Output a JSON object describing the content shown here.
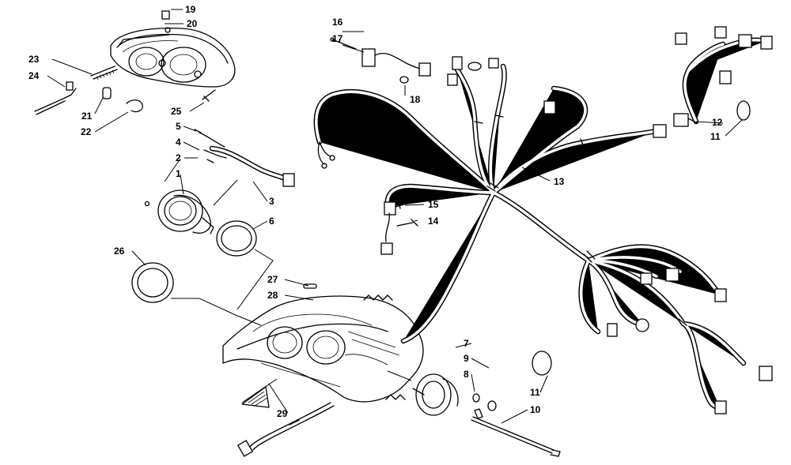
{
  "diagram": {
    "callouts": {
      "c1": "1",
      "c2": "2",
      "c3": "3",
      "c4": "4",
      "c5": "5",
      "c6": "6",
      "c7": "7",
      "c8": "8",
      "c9": "9",
      "c10": "10",
      "c11a": "11",
      "c11b": "11",
      "c12": "12",
      "c13": "13",
      "c14": "14",
      "c15": "15",
      "c16": "16",
      "c17": "17",
      "c18": "18",
      "c19": "19",
      "c20": "20",
      "c21": "21",
      "c22": "22",
      "c23": "23",
      "c24": "24",
      "c25": "25",
      "c26": "26",
      "c27": "27",
      "c28": "28",
      "c29": "29"
    }
  }
}
